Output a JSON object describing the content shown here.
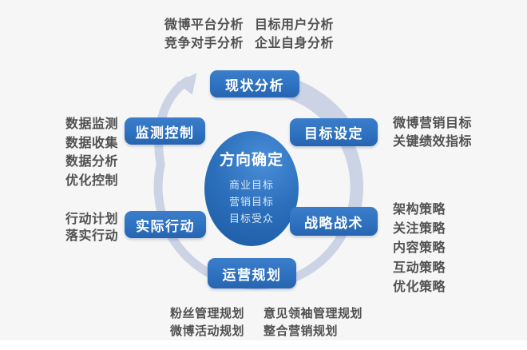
{
  "colors": {
    "background": "#f6f6f6",
    "ring": "#cbd3e5",
    "node_blue": "#2e72c0",
    "node_blue_light": "#3b7dca",
    "node_blue_dark": "#2664b0",
    "center_highlight": "#4a8dd8",
    "center_dark": "#1c59a3",
    "node_text": "#ffffff",
    "annotation_text": "#515151",
    "footer_strip": "#ffffff"
  },
  "icons": {
    "cycle_arrow": "clockwise-arrow"
  },
  "center": {
    "title": "方向确定",
    "items": [
      "商业目标",
      "营销目标",
      "目标受众"
    ]
  },
  "nodes": {
    "top": "现状分析",
    "right_top": "目标设定",
    "right_bottom": "战略战术",
    "bottom": "运营规划",
    "left_bottom": "实际行动",
    "left_top": "监测控制"
  },
  "annotations": {
    "analysis_col1": [
      "微博平台分析",
      "竞争对手分析"
    ],
    "analysis_col2": [
      "目标用户分析",
      "企业自身分析"
    ],
    "goal": [
      "微博营销目标",
      "关键绩效指标"
    ],
    "strategy": [
      "架构策略",
      "关注策略",
      "内容策略",
      "互动策略",
      "优化策略"
    ],
    "monitoring": [
      "数据监测",
      "数据收集",
      "数据分析",
      "优化控制"
    ],
    "action": [
      "行动计划",
      "落实行动"
    ],
    "operation_col1": [
      "粉丝管理规划",
      "微博活动规划"
    ],
    "operation_col2": [
      "意见领袖管理规划",
      "整合营销规划"
    ]
  }
}
